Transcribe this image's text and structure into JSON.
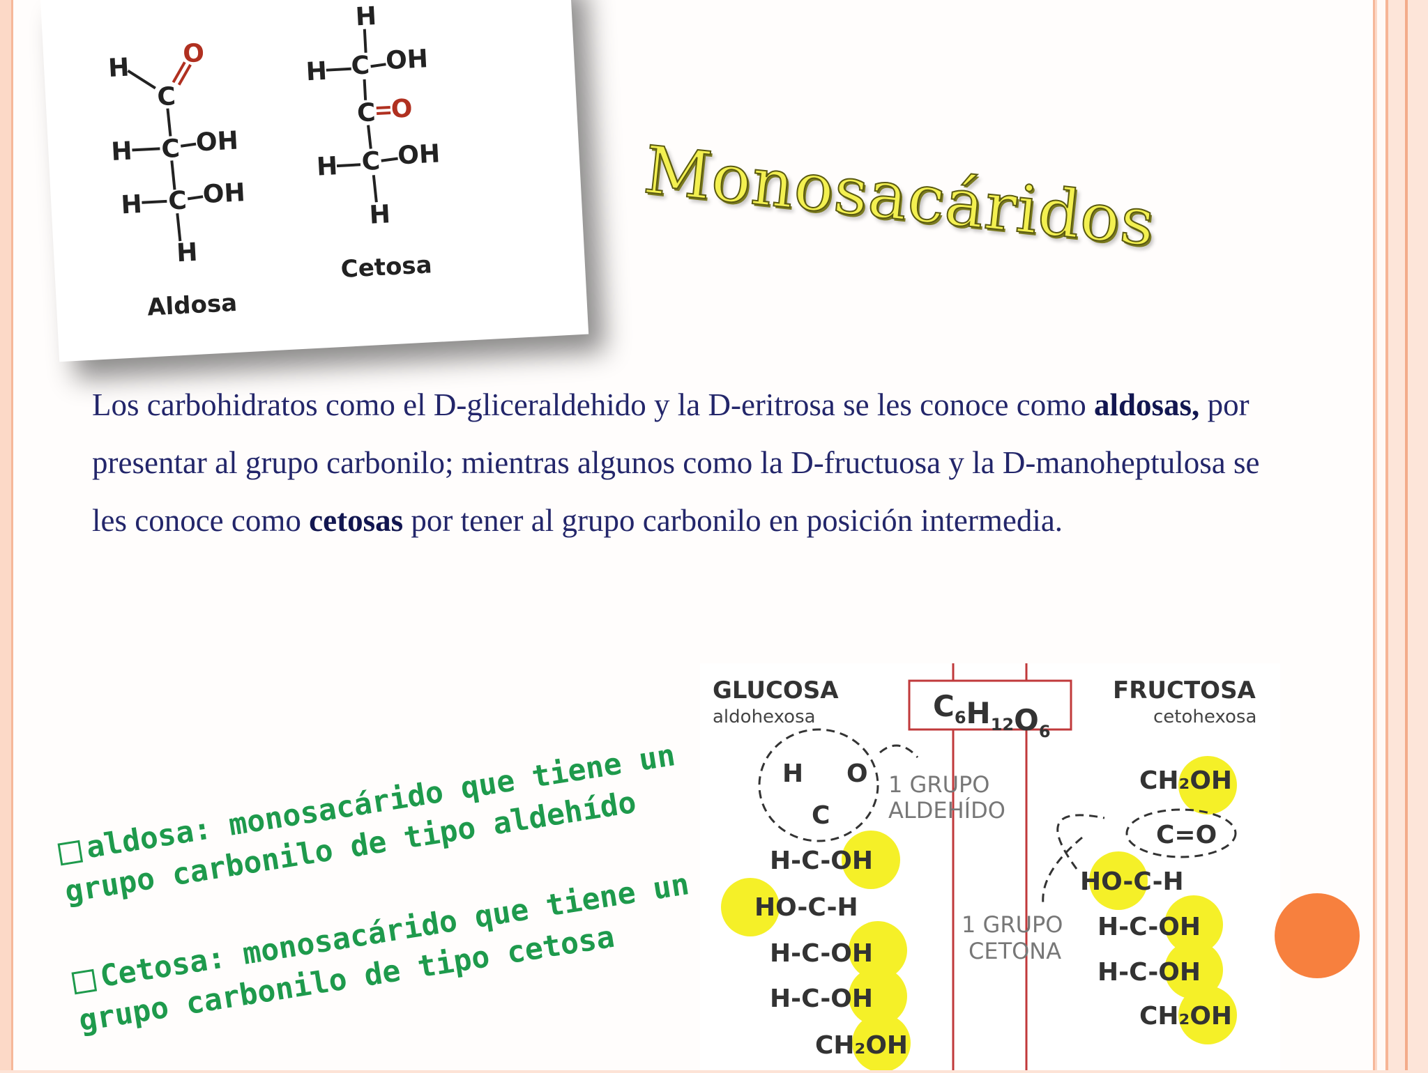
{
  "title": "Monosacáridos",
  "structures": {
    "aldosa_label": "Aldosa",
    "cetosa_label": "Cetosa",
    "aldosa_atoms": [
      "H",
      "O",
      "C",
      "H",
      "C",
      "OH",
      "H",
      "C",
      "OH",
      "H"
    ],
    "cetosa_atoms": [
      "H",
      "H",
      "C",
      "OH",
      "C",
      "O",
      "H",
      "C",
      "OH",
      "H"
    ]
  },
  "paragraph": {
    "part1": "Los carbohidratos como el D-gliceraldehido y la D-eritrosa se les conoce como ",
    "bold1": "aldosas,",
    "part2": " por presentar al grupo carbonilo; mientras algunos como la D-fructuosa y la D-manoheptulosa se les conoce como ",
    "bold2": "cetosas",
    "part3": " por tener al grupo carbonilo en posición intermedia."
  },
  "definitions": {
    "aldosa_line1": "aldosa: monosacárido que tiene un",
    "aldosa_line2": "grupo carbonilo de tipo aldehído",
    "cetosa_line1": "Cetosa: monosacárido que tiene un",
    "cetosa_line2": "grupo carbonilo de tipo cetosa"
  },
  "diagram": {
    "glucosa_title": "GLUCOSA",
    "glucosa_sub": "aldohexosa",
    "formula": "C6H12O6",
    "fructosa_title": "FRUCTOSA",
    "fructosa_sub": "cetohexosa",
    "grupo_aldehido": [
      "1 GRUPO",
      "ALDEHÍDO"
    ],
    "grupo_cetona": [
      "1 GRUPO",
      "CETONA"
    ]
  },
  "colors": {
    "title": "#f3f050",
    "definitions": "#1e9a4c",
    "text": "#23266a",
    "accent_dot": "#f7803e",
    "highlight": "#f5f028"
  }
}
